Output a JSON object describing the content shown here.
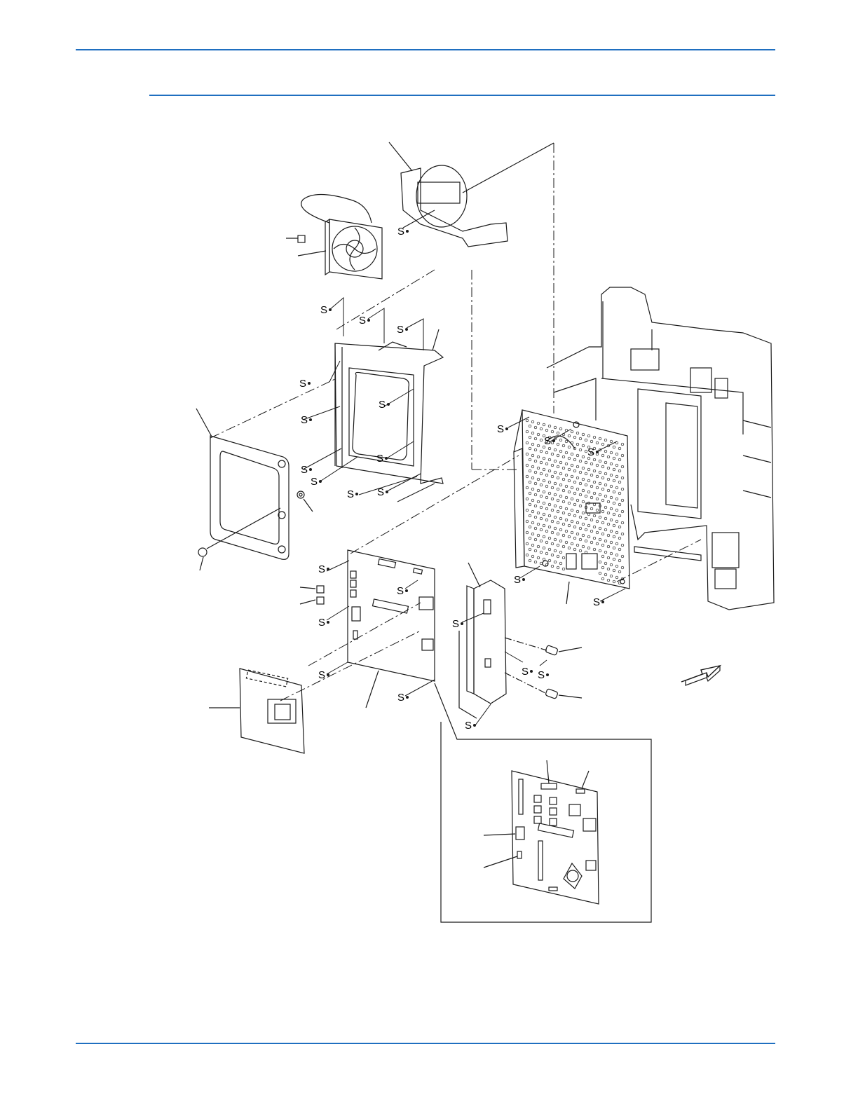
{
  "colors": {
    "rule": "#1f6fc0",
    "line": "#1a1a1a",
    "background": "#ffffff"
  },
  "labels": {
    "screw": "S"
  },
  "parts": [
    {
      "id": "fan-bracket"
    },
    {
      "id": "cooling-fan"
    },
    {
      "id": "fan-harness"
    },
    {
      "id": "board-frame"
    },
    {
      "id": "cover-plate"
    },
    {
      "id": "washer"
    },
    {
      "id": "screw-pin"
    },
    {
      "id": "main-board"
    },
    {
      "id": "board-connectors"
    },
    {
      "id": "option-card"
    },
    {
      "id": "side-bracket"
    },
    {
      "id": "spacer-screws"
    },
    {
      "id": "power-unit"
    },
    {
      "id": "printer-chassis"
    },
    {
      "id": "inset-board"
    }
  ],
  "icons": {
    "front_direction": "front-direction-arrow-icon"
  }
}
